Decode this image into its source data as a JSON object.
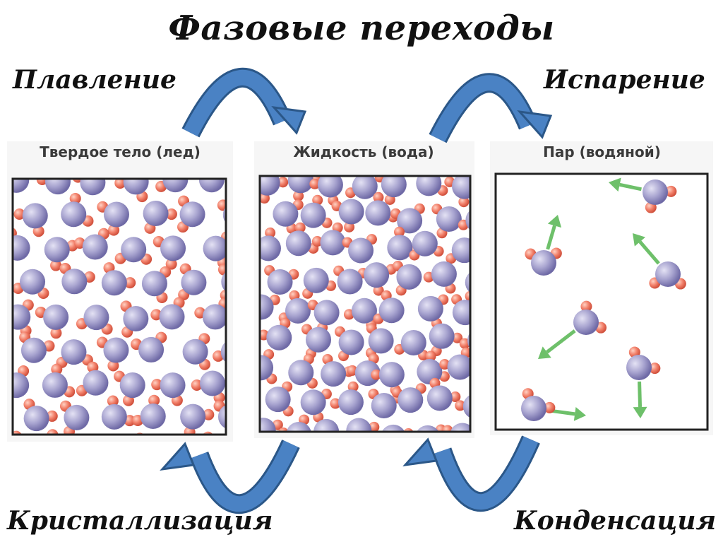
{
  "title": "Фазовые переходы",
  "processes": {
    "melting": "Плавление",
    "evaporation": "Испарение",
    "crystallization": "Кристаллизация",
    "condensation": "Конденсация"
  },
  "panels": {
    "solid": "Твердое тело (лед)",
    "liquid": "Жидкость (вода)",
    "gas": "Пар (водяной)"
  },
  "colors": {
    "arrow_fill": "#3f77b8",
    "arrow_stroke": "#2b5788",
    "molecule_big": "#9c98c8",
    "molecule_small": "#f07d67",
    "motion_arrow": "#6ec06a",
    "frame": "#222222"
  }
}
